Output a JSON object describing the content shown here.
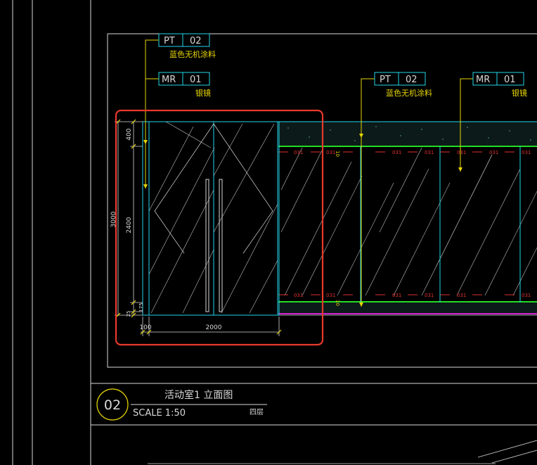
{
  "drawing": {
    "callouts": [
      {
        "code": "PT",
        "num": "02",
        "desc": "蓝色无机涂料"
      },
      {
        "code": "MR",
        "num": "01",
        "desc": "银镜"
      },
      {
        "code": "PT",
        "num": "02",
        "desc": "蓝色无机涂料"
      },
      {
        "code": "MR",
        "num": "01",
        "desc": "银镜"
      }
    ],
    "dims_vertical": {
      "total": "3000",
      "top": "400",
      "mid": "2400",
      "low1": "175",
      "low2": "25"
    },
    "dims_horizontal": {
      "left": "100",
      "door": "2000"
    },
    "rail_label": "031",
    "rail_mark": "10",
    "title_block": {
      "number": "02",
      "title": "活动室1 立面图",
      "scale": "SCALE 1:50",
      "floor": "四层"
    },
    "colors": {
      "background": "#000000",
      "frame": "#d8d8d8",
      "cyan": "#22d6ea",
      "yellow": "#e8d600",
      "green": "#22dd22",
      "red": "#e13131",
      "magenta": "#d020d0",
      "highlight": "#e8392c"
    }
  }
}
